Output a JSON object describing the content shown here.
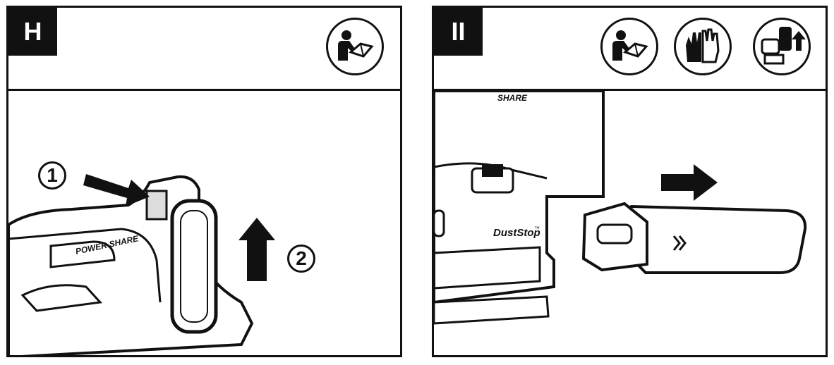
{
  "panels": [
    {
      "step": "H",
      "callouts": [
        "1",
        "2"
      ],
      "product_label": "POWER SHARE",
      "icons": [
        "read-manual-icon"
      ]
    },
    {
      "step": "II",
      "product_label_top": "SHARE",
      "dust_label": "DustStop",
      "dust_label_mark": "™",
      "icons": [
        "read-manual-icon",
        "gloves-icon",
        "remove-battery-icon"
      ]
    }
  ],
  "colors": {
    "ink": "#111111",
    "paper": "#ffffff"
  }
}
